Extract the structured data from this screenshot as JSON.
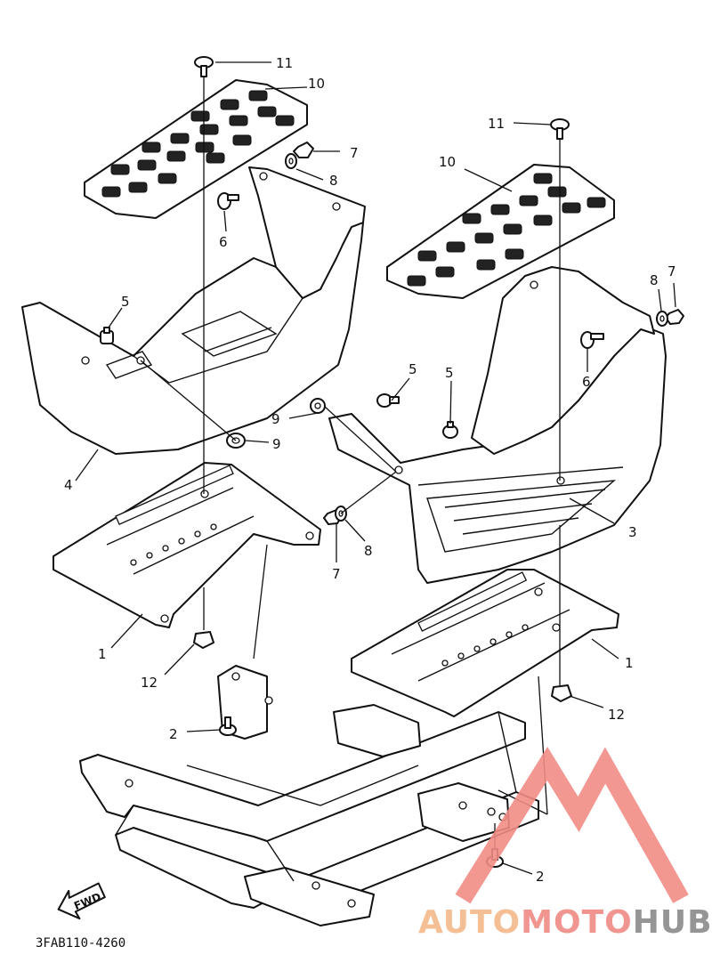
{
  "diagram": {
    "code": "3FAB110-4260",
    "fwd_label": "FWD",
    "callouts": [
      {
        "id": "c11a",
        "text": "11"
      },
      {
        "id": "c10a",
        "text": "10"
      },
      {
        "id": "c7a",
        "text": "7"
      },
      {
        "id": "c8a",
        "text": "8"
      },
      {
        "id": "c6a",
        "text": "6"
      },
      {
        "id": "c5a",
        "text": "5"
      },
      {
        "id": "c9a",
        "text": "9"
      },
      {
        "id": "c9b",
        "text": "9"
      },
      {
        "id": "c4",
        "text": "4"
      },
      {
        "id": "c11b",
        "text": "11"
      },
      {
        "id": "c10b",
        "text": "10"
      },
      {
        "id": "c8b",
        "text": "8"
      },
      {
        "id": "c7b",
        "text": "7"
      },
      {
        "id": "c6b",
        "text": "6"
      },
      {
        "id": "c5b",
        "text": "5"
      },
      {
        "id": "c5c",
        "text": "5"
      },
      {
        "id": "c3",
        "text": "3"
      },
      {
        "id": "c7c",
        "text": "7"
      },
      {
        "id": "c8c",
        "text": "8"
      },
      {
        "id": "c1a",
        "text": "1"
      },
      {
        "id": "c12a",
        "text": "12"
      },
      {
        "id": "c1b",
        "text": "1"
      },
      {
        "id": "c12b",
        "text": "12"
      },
      {
        "id": "c2a",
        "text": "2"
      },
      {
        "id": "c2b",
        "text": "2"
      }
    ]
  },
  "watermark": {
    "part1": "AUTO",
    "part2": "MOTO",
    "part3": "HUB",
    "color_auto": "#f5b98a",
    "color_moto": "#f08a84",
    "color_hub": "#8a8a8a",
    "triangle_color": "#f28c86"
  }
}
